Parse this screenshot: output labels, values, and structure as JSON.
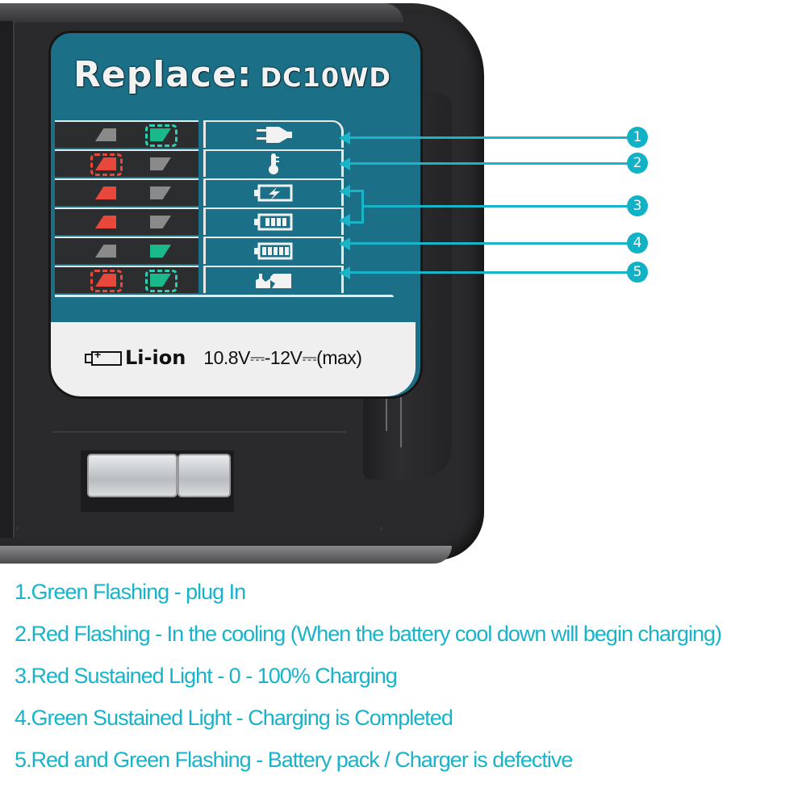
{
  "panel": {
    "title_prefix": "Replace:",
    "model": "DC10WD",
    "spec": {
      "battery_icon": "battery-plus-icon",
      "chemistry": "Li-ion",
      "voltage": "10.8V⎓-12V⎓(max)"
    }
  },
  "indicator_rows": [
    {
      "id": 1,
      "red_led": "off",
      "green_led": "green-flashing",
      "symbol": "plug-icon"
    },
    {
      "id": 2,
      "red_led": "red-flashing",
      "green_led": "off",
      "symbol": "thermometer-icon"
    },
    {
      "id": 3,
      "red_led": "red",
      "green_led": "off",
      "symbol": "battery-charging-icon"
    },
    {
      "id": 4,
      "red_led": "red",
      "green_led": "off",
      "symbol": "battery-partial-icon"
    },
    {
      "id": 5,
      "red_led": "off",
      "green_led": "green",
      "symbol": "battery-full-icon"
    },
    {
      "id": 6,
      "red_led": "red-flashing",
      "green_led": "green-flashing",
      "symbol": "broken-battery-icon"
    }
  ],
  "callouts": [
    "1",
    "2",
    "3",
    "4",
    "5"
  ],
  "legend": [
    "1.Green Flashing - plug In",
    "2.Red Flashing - In the cooling (When the battery cool down will begin charging)",
    "3.Red Sustained Light - 0 - 100% Charging",
    "4.Green Sustained Light - Charging is Completed",
    "5.Red and Green Flashing - Battery pack / Charger is defective"
  ],
  "colors": {
    "panel_teal": "#1b6f86",
    "callout_cyan": "#12b2c6",
    "legend_text": "#19b3c9",
    "led_red": "#e8483c",
    "led_green": "#19b98c",
    "led_off": "#8a8a8a",
    "device_body": "#2a2a2c"
  }
}
